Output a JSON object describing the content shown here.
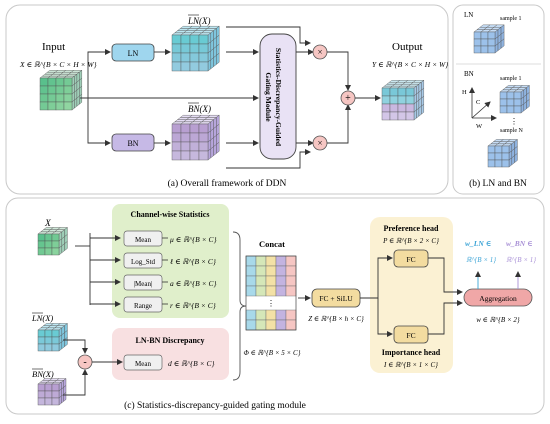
{
  "panel_a": {
    "input_label": "Input",
    "input_formula": "X ∈ ℝ^{B × C × H × W}",
    "ln_label": "LN",
    "bn_label": "BN",
    "ln_output": "LN(X)",
    "bn_output": "BN(X)",
    "module_label": "Statistics-Discrepancy-Guided Gating Module",
    "output_label": "Output",
    "output_formula": "Y ∈ ℝ^{B × C × H × W}",
    "multiply_symbol": "×",
    "add_symbol": "+",
    "caption": "(a) Overall framework of DDN"
  },
  "panel_b": {
    "ln_title": "LN",
    "bn_title": "BN",
    "sample_1": "sample 1",
    "sample_n": "sample N",
    "axis_h": "H",
    "axis_c": "C",
    "axis_w": "W",
    "ellipsis": "⋮",
    "caption": "(b) LN and BN"
  },
  "panel_c": {
    "input_x": "X",
    "channel_stats_title": "Channel-wise Statistics",
    "stats": [
      {
        "name": "Mean",
        "formula": "μ ∈ ℝ^{B × C}"
      },
      {
        "name": "Log_Std",
        "formula": "ℓ ∈ ℝ^{B × C}"
      },
      {
        "name": "|Mean|",
        "formula": "a ∈ ℝ^{B × C}"
      },
      {
        "name": "Range",
        "formula": "r ∈ ℝ^{B × C}"
      }
    ],
    "discrepancy_title": "LN-BN Discrepancy",
    "discrepancy_name": "Mean",
    "discrepancy_formula": "d ∈ ℝ^{B × C}",
    "ln_x": "LN(X)",
    "bn_x": "BN(X)",
    "minus_symbol": "-",
    "concat_label": "Concat",
    "concat_ellipsis": "⋮",
    "phi_formula": "Φ ∈ ℝ^{B × 5 × C}",
    "fc_silu": "FC + SiLU",
    "z_formula": "Z ∈ ℝ^{B × h × C}",
    "preference_head": "Preference head",
    "p_formula": "P ∈ ℝ^{B × 2 × C}",
    "fc_label": "FC",
    "importance_head": "Importance head",
    "i_formula": "I ∈ ℝ^{B × 1 × C}",
    "w_ln": "w_LN ∈",
    "w_ln_dim": "ℝ^{B × 1}",
    "w_bn": "w_BN ∈",
    "w_bn_dim": "ℝ^{B × 1}",
    "aggregation": "Aggregation",
    "w_formula": "w ∈ ℝ^{B × 2}",
    "caption": "(c) Statistics-discrepancy-guided gating module"
  },
  "colors": {
    "ln_box": "#9fd6ee",
    "bn_box": "#c6b9e6",
    "module_fill": "#e9e2f5",
    "circle_fill": "#f6c6c3",
    "green_panel": "#e0efcb",
    "pink_panel": "#f8e0e1",
    "head_panel": "#fbf1d3",
    "fc_fill": "#f3dca0",
    "aggregation_fill": "#f0a7a7",
    "w_ln_color": "#3aa3d6",
    "w_bn_color": "#a890d6"
  }
}
